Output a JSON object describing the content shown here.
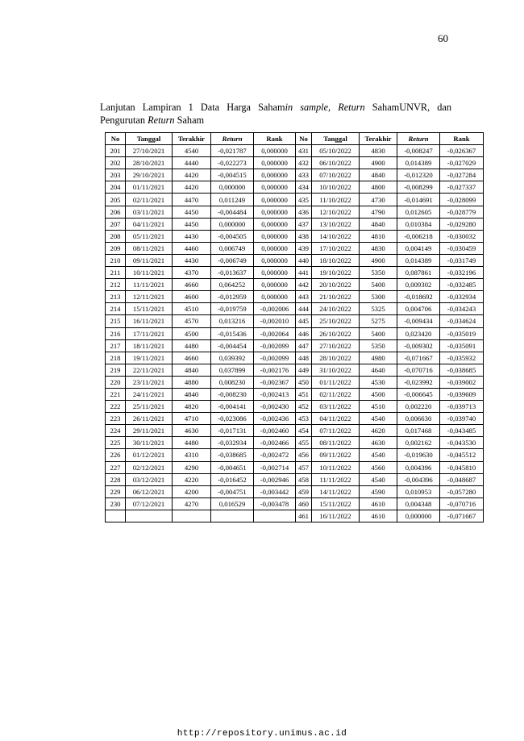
{
  "page_number": "60",
  "caption": {
    "part1": "Lanjutan Lampiran 1 Data Harga Saham",
    "part2": "in sample",
    "part3": ", ",
    "part4": "Return",
    "part5": " SahamUNVR, dan Pengurutan ",
    "part6": "Return",
    "part7": " Saham"
  },
  "table": {
    "headers": [
      "No",
      "Tanggal",
      "Terakhir",
      "Return",
      "Rank",
      "No",
      "Tanggal",
      "Terakhir",
      "Return",
      "Rank"
    ],
    "rows": [
      [
        "201",
        "27/10/2021",
        "4540",
        "-0,021787",
        "0,000000",
        "431",
        "05/10/2022",
        "4830",
        "-0,008247",
        "-0,026367"
      ],
      [
        "202",
        "28/10/2021",
        "4440",
        "-0,022273",
        "0,000000",
        "432",
        "06/10/2022",
        "4900",
        "0,014389",
        "-0,027029"
      ],
      [
        "203",
        "29/10/2021",
        "4420",
        "-0,004515",
        "0,000000",
        "433",
        "07/10/2022",
        "4840",
        "-0,012320",
        "-0,027284"
      ],
      [
        "204",
        "01/11/2021",
        "4420",
        "0,000000",
        "0,000000",
        "434",
        "10/10/2022",
        "4800",
        "-0,008299",
        "-0,027337"
      ],
      [
        "205",
        "02/11/2021",
        "4470",
        "0,011249",
        "0,000000",
        "435",
        "11/10/2022",
        "4730",
        "-0,014691",
        "-0,028099"
      ],
      [
        "206",
        "03/11/2021",
        "4450",
        "-0,004484",
        "0,000000",
        "436",
        "12/10/2022",
        "4790",
        "0,012605",
        "-0,028779"
      ],
      [
        "207",
        "04/11/2021",
        "4450",
        "0,000000",
        "0,000000",
        "437",
        "13/10/2022",
        "4840",
        "0,010384",
        "-0,029280"
      ],
      [
        "208",
        "05/11/2021",
        "4430",
        "-0,004505",
        "0,000000",
        "438",
        "14/10/2022",
        "4810",
        "-0,006218",
        "-0,030032"
      ],
      [
        "209",
        "08/11/2021",
        "4460",
        "0,006749",
        "0,000000",
        "439",
        "17/10/2022",
        "4830",
        "0,004149",
        "-0,030459"
      ],
      [
        "210",
        "09/11/2021",
        "4430",
        "-0,006749",
        "0,000000",
        "440",
        "18/10/2022",
        "4900",
        "0,014389",
        "-0,031749"
      ],
      [
        "211",
        "10/11/2021",
        "4370",
        "-0,013637",
        "0,000000",
        "441",
        "19/10/2022",
        "5350",
        "0,087861",
        "-0,032196"
      ],
      [
        "212",
        "11/11/2021",
        "4660",
        "0,064252",
        "0,000000",
        "442",
        "20/10/2022",
        "5400",
        "0,009302",
        "-0,032485"
      ],
      [
        "213",
        "12/11/2021",
        "4600",
        "-0,012959",
        "0,000000",
        "443",
        "21/10/2022",
        "5300",
        "-0,018692",
        "-0,032934"
      ],
      [
        "214",
        "15/11/2021",
        "4510",
        "-0,019759",
        "-0,002006",
        "444",
        "24/10/2022",
        "5325",
        "0,004706",
        "-0,034243"
      ],
      [
        "215",
        "16/11/2021",
        "4570",
        "0,013216",
        "-0,002010",
        "445",
        "25/10/2022",
        "5275",
        "-0,009434",
        "-0,034624"
      ],
      [
        "216",
        "17/11/2021",
        "4500",
        "-0,015436",
        "-0,002064",
        "446",
        "26/10/2022",
        "5400",
        "0,023420",
        "-0,035019"
      ],
      [
        "217",
        "18/11/2021",
        "4480",
        "-0,004454",
        "-0,002099",
        "447",
        "27/10/2022",
        "5350",
        "-0,009302",
        "-0,035091"
      ],
      [
        "218",
        "19/11/2021",
        "4660",
        "0,039392",
        "-0,002099",
        "448",
        "28/10/2022",
        "4980",
        "-0,071667",
        "-0,035932"
      ],
      [
        "219",
        "22/11/2021",
        "4840",
        "0,037899",
        "-0,002176",
        "449",
        "31/10/2022",
        "4640",
        "-0,070716",
        "-0,038685"
      ],
      [
        "220",
        "23/11/2021",
        "4880",
        "0,008230",
        "-0,002367",
        "450",
        "01/11/2022",
        "4530",
        "-0,023992",
        "-0,039002"
      ],
      [
        "221",
        "24/11/2021",
        "4840",
        "-0,008230",
        "-0,002413",
        "451",
        "02/11/2022",
        "4500",
        "-0,006645",
        "-0,039609"
      ],
      [
        "222",
        "25/11/2021",
        "4820",
        "-0,004141",
        "-0,002430",
        "452",
        "03/11/2022",
        "4510",
        "0,002220",
        "-0,039713"
      ],
      [
        "223",
        "26/11/2021",
        "4710",
        "-0,023086",
        "-0,002436",
        "453",
        "04/11/2022",
        "4540",
        "0,006630",
        "-0,039740"
      ],
      [
        "224",
        "29/11/2021",
        "4630",
        "-0,017131",
        "-0,002460",
        "454",
        "07/11/2022",
        "4620",
        "0,017468",
        "-0,043485"
      ],
      [
        "225",
        "30/11/2021",
        "4480",
        "-0,032934",
        "-0,002466",
        "455",
        "08/11/2022",
        "4630",
        "0,002162",
        "-0,043530"
      ],
      [
        "226",
        "01/12/2021",
        "4310",
        "-0,038685",
        "-0,002472",
        "456",
        "09/11/2022",
        "4540",
        "-0,019630",
        "-0,045512"
      ],
      [
        "227",
        "02/12/2021",
        "4290",
        "-0,004651",
        "-0,002714",
        "457",
        "10/11/2022",
        "4560",
        "0,004396",
        "-0,045810"
      ],
      [
        "228",
        "03/12/2021",
        "4220",
        "-0,016452",
        "-0,002946",
        "458",
        "11/11/2022",
        "4540",
        "-0,004396",
        "-0,048687"
      ],
      [
        "229",
        "06/12/2021",
        "4200",
        "-0,004751",
        "-0,003442",
        "459",
        "14/11/2022",
        "4590",
        "0,010953",
        "-0,057280"
      ],
      [
        "230",
        "07/12/2021",
        "4270",
        "0,016529",
        "-0,003478",
        "460",
        "15/11/2022",
        "4610",
        "0,004348",
        "-0,070716"
      ],
      [
        "",
        "",
        "",
        "",
        "",
        "461",
        "16/11/2022",
        "4610",
        "0,000000",
        "-0,071667"
      ]
    ]
  },
  "footer": "http://repository.unimus.ac.id"
}
